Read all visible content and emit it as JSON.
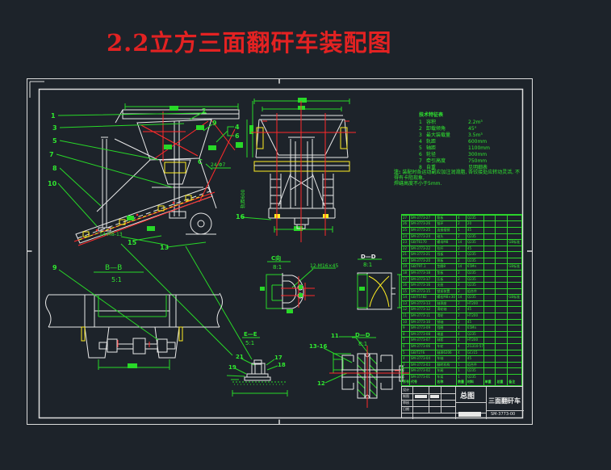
{
  "page_title": "2.2立方三面翻矸车装配图",
  "colors": {
    "background": "#1d232a",
    "line_green": "#28d828",
    "line_white": "#e8e8e8",
    "line_red": "#ff2a2a",
    "line_yellow": "#ffee22",
    "title_red": "#e32222"
  },
  "side": {
    "b1": "1",
    "b3": "3",
    "b5": "5",
    "b7": "7",
    "b8": "8",
    "b10": "10",
    "b2": "2",
    "b9": "9",
    "b4": "4",
    "b6": "6",
    "b13": "13",
    "b15": "15",
    "c_arrow": "C",
    "holes": "24-Φ7",
    "bolts": "14-M8-13"
  },
  "front": {
    "b16": "16",
    "gauge": "轨距600"
  },
  "bb": {
    "t": "B—B",
    "s": "5:1",
    "b9": "9"
  },
  "cv": {
    "t": "C向",
    "s": "8:1",
    "n": "12-M16×45"
  },
  "ddt": {
    "t": "D—D",
    "s": "8:1"
  },
  "ee": {
    "t": "E—E",
    "s": "5:1",
    "b21": "21",
    "b17": "17",
    "b18": "18",
    "b19": "19"
  },
  "ddb": {
    "t": "D—D",
    "s": "8:1",
    "b11": "11",
    "b1316": "13-16",
    "b12": "12"
  },
  "tech": {
    "title": "技术特征表",
    "rows": [
      {
        "no": "1",
        "label": "容积",
        "value": "2.2m³"
      },
      {
        "no": "2",
        "label": "卸载倾角",
        "value": "45°"
      },
      {
        "no": "3",
        "label": "最大装载量",
        "value": "3.5m³"
      },
      {
        "no": "4",
        "label": "轨距",
        "value": "600mm"
      },
      {
        "no": "5",
        "label": "轴距",
        "value": "1100mm"
      },
      {
        "no": "6",
        "label": "轮径",
        "value": "300mm"
      },
      {
        "no": "7",
        "label": "牵引高度",
        "value": "750mm"
      },
      {
        "no": "8",
        "label": "自重",
        "value": "见明细表"
      }
    ]
  },
  "notes": {
    "head": "注:",
    "line1": "装配时各运动副应加注润滑脂, 各铰接处应转动灵活, 不得有卡阻现象,",
    "line2": "焊缝高度不小于5mm."
  },
  "parts": {
    "headers": [
      "序号",
      "代号",
      "名称",
      "数量",
      "材料",
      "单重",
      "总重",
      "备注"
    ],
    "rows": [
      [
        "1",
        "SM-3773-01",
        "车架",
        "1",
        "Q235",
        "",
        "",
        ""
      ],
      [
        "2",
        "SM-3773-02",
        "车厢",
        "1",
        "Q235",
        "",
        "",
        ""
      ],
      [
        "3",
        "SM-3773-03",
        "翻转机构",
        "1",
        "组合件",
        "",
        "",
        ""
      ],
      [
        "4",
        "SM-3773-04",
        "车轴",
        "2",
        "45",
        "",
        "",
        ""
      ],
      [
        "5",
        "GB/T276",
        "轴承6206",
        "4",
        "GCr15",
        "",
        "",
        ""
      ],
      [
        "6",
        "SM-3773-06",
        "车轮",
        "4",
        "ZG310-570",
        "",
        "",
        ""
      ],
      [
        "7",
        "SM-3773-07",
        "轴套",
        "4",
        "HT200",
        "",
        "",
        ""
      ],
      [
        "8",
        "SM-3773-08",
        "端盖",
        "4",
        "Q235",
        "",
        "",
        ""
      ],
      [
        "9",
        "SM-3773-09",
        "挡圈",
        "4",
        "65Mn",
        "",
        "",
        ""
      ],
      [
        "10",
        "SM-3773-10",
        "销轴",
        "2",
        "45",
        "",
        "",
        ""
      ],
      [
        "11",
        "SM-3773-11",
        "滑轮",
        "2",
        "HT200",
        "",
        "",
        ""
      ],
      [
        "12",
        "SM-3773-12",
        "滑轮轴",
        "2",
        "45",
        "",
        "",
        ""
      ],
      [
        "13",
        "SM-3773-13",
        "轴承座",
        "2",
        "HT200",
        "",
        "",
        ""
      ],
      [
        "14",
        "GB/T5782",
        "螺栓M8×30",
        "14",
        "Q235",
        "",
        "",
        "GB标准"
      ],
      [
        "15",
        "SM-3773-15",
        "锁紧装置",
        "2",
        "组合件",
        "",
        "",
        ""
      ],
      [
        "16",
        "SM-3773-16",
        "支座",
        "2",
        "Q235",
        "",
        "",
        ""
      ],
      [
        "17",
        "SM-3773-17",
        "压板",
        "2",
        "Q235",
        "",
        "",
        ""
      ],
      [
        "18",
        "SM-3773-18",
        "垫板",
        "2",
        "Q235",
        "",
        "",
        ""
      ],
      [
        "19",
        "GB/T97.1",
        "垫圈8",
        "14",
        "65Mn",
        "",
        "",
        "GB标准"
      ],
      [
        "20",
        "SM-3773-20",
        "侧板",
        "2",
        "Q235",
        "",
        "",
        ""
      ],
      [
        "21",
        "SM-3773-21",
        "挡板",
        "1",
        "Q235",
        "",
        "",
        ""
      ],
      [
        "22",
        "SM-3773-22",
        "拉杆",
        "2",
        "45",
        "",
        "",
        ""
      ],
      [
        "23",
        "GB/T6170",
        "螺母M8",
        "14",
        "Q235",
        "",
        "",
        "GB标准"
      ],
      [
        "24",
        "SM-3773-24",
        "碰头",
        "2",
        "Q235",
        "",
        "",
        ""
      ],
      [
        "25",
        "SM-3773-25",
        "连接插销",
        "1",
        "45",
        "",
        "",
        ""
      ],
      [
        "26",
        "SM-3773-26",
        "链环",
        "2",
        "20",
        "",
        "",
        ""
      ],
      [
        "27",
        "SM-3773-27",
        "筋板",
        "4",
        "Q235",
        "",
        "",
        ""
      ]
    ]
  },
  "title_block": {
    "view_label": "总图",
    "product": "三面翻矸车",
    "drawing_no": "SM-3773-00",
    "sig_rows": [
      "设计",
      "制图",
      "审核",
      "日期"
    ]
  }
}
